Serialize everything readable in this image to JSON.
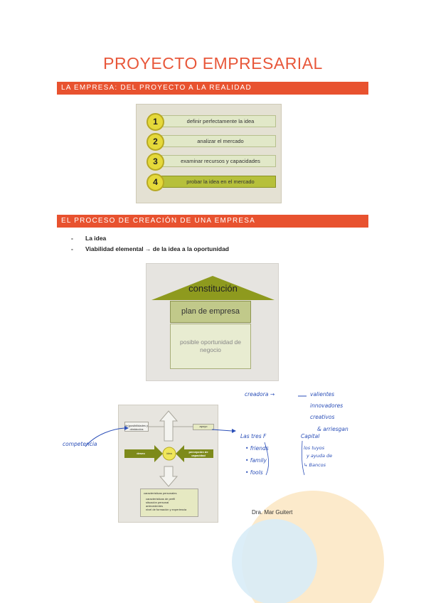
{
  "document": {
    "title": "PROYECTO EMPRESARIAL",
    "section1": {
      "heading": "LA EMPRESA: DEL PROYECTO A LA REALIDAD",
      "steps": [
        {
          "num": "1",
          "label": "definir perfectamente la idea"
        },
        {
          "num": "2",
          "label": "analizar el mercado"
        },
        {
          "num": "3",
          "label": "examinar recursos y capacidades"
        },
        {
          "num": "4",
          "label": "probar la idea en el mercado"
        }
      ]
    },
    "section2": {
      "heading": "EL PROCESO DE CREACIÓN DE UNA EMPRESA",
      "bullets": [
        {
          "dash": "-",
          "text": "La idea"
        },
        {
          "dash": "-",
          "text": "Viabilidad elemental → de la idea a la oportunidad"
        }
      ],
      "house": {
        "roof": "constitución",
        "middle": "plan de empresa",
        "base": "posible oportunidad de negocio"
      }
    },
    "diagram": {
      "top_left": "(in)posibilidades y obstáculos",
      "top_right": "apoyo",
      "left": "deseo",
      "center": "idea",
      "right": "percepción de capacidad",
      "bottom_title": "características personales",
      "bottom_items": [
        "características de perfil",
        "situación personal",
        "antecedentes",
        "nivel de formación y experiencia"
      ]
    },
    "handwriting": {
      "competencia": "competencia",
      "creadora": "creadora →",
      "valores": [
        "valientes",
        "innovadores",
        "creativos",
        "& arriesgan"
      ],
      "tres_f": "Las tres F",
      "f_items": [
        "• friends",
        "• family",
        "• fools"
      ],
      "capital": "Capital",
      "capital_items": [
        "los tuyos",
        "y ayuda de",
        "↳ Bancos"
      ]
    },
    "signature": "Dra. Mar Guitert",
    "colors": {
      "accent": "#e8522f",
      "ink": "#2b4fb8",
      "olive": "#8e9a1e",
      "yellow": "#e5d93a"
    }
  }
}
